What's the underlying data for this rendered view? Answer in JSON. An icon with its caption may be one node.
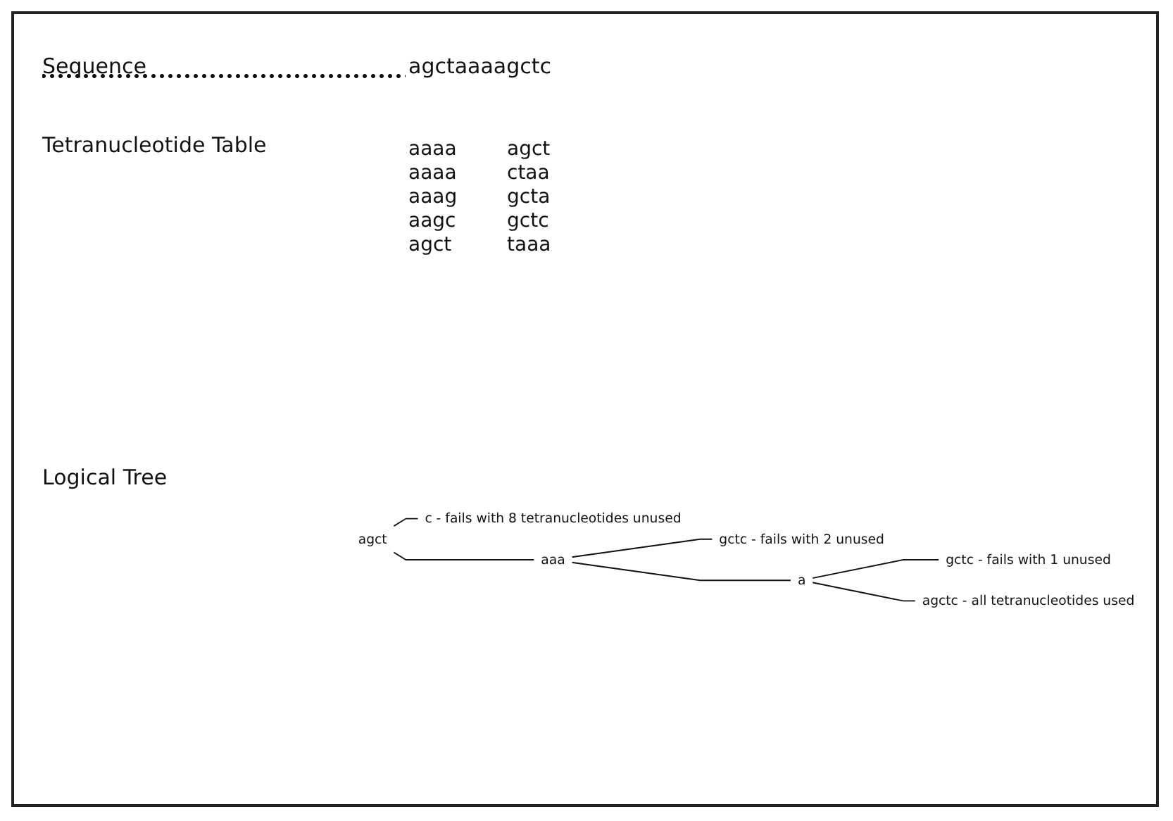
{
  "diagram": {
    "nodes": [
      {
        "text": [
          "agct"
        ]
      },
      {
        "text": [
          "c - fails with 8 tetranucleotides unused"
        ]
      },
      {
        "text": [
          "aaa"
        ]
      },
      {
        "text": [
          "gctc - fails with 2 unused"
        ]
      },
      {
        "text": [
          "a"
        ]
      },
      {
        "text": [
          "gctc - fails with 1 unused"
        ]
      },
      {
        "text": [
          "agctc - all tetranucleotides used"
        ]
      }
    ],
    "edges": [
      {
        "from": 0,
        "to": 1,
        "arrow": "none"
      },
      {
        "from": 0,
        "to": 2,
        "arrow": "none"
      },
      {
        "from": 2,
        "to": 3,
        "arrow": "none"
      },
      {
        "from": 2,
        "to": 4,
        "arrow": "none"
      },
      {
        "from": 4,
        "to": 5,
        "arrow": "none"
      },
      {
        "from": 4,
        "to": 6,
        "arrow": "none"
      }
    ],
    "labels": [
      "Sequence",
      "agctaaaagctc",
      "Tetranucleotide Table",
      "aaaa",
      "agct",
      "aaaa",
      "ctaa",
      "aaag",
      "gcta",
      "aagc",
      "gctc",
      "agct",
      "taaa",
      "Logical Tree"
    ]
  }
}
